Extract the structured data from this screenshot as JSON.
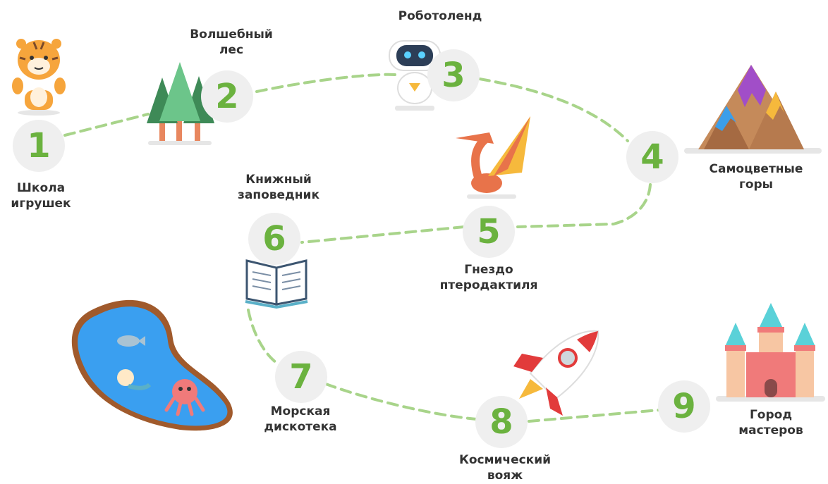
{
  "colors": {
    "path": "#a8d48a",
    "number": "#6bb23f",
    "circle": "#efefef",
    "label": "#333333"
  },
  "stations": [
    {
      "number": "1",
      "label_lines": [
        "Школа",
        "игрушек"
      ],
      "icon": "tiger-toy-icon"
    },
    {
      "number": "2",
      "label_lines": [
        "Волшебный",
        "лес"
      ],
      "icon": "forest-trees-icon"
    },
    {
      "number": "3",
      "label_lines": [
        "Роботоленд"
      ],
      "icon": "robot-icon"
    },
    {
      "number": "4",
      "label_lines": [
        "Самоцветные",
        "горы"
      ],
      "icon": "mountains-icon"
    },
    {
      "number": "5",
      "label_lines": [
        "Гнездо",
        "птеродактиля"
      ],
      "icon": "pterodactyl-icon"
    },
    {
      "number": "6",
      "label_lines": [
        "Книжный",
        "заповедник"
      ],
      "icon": "open-book-icon"
    },
    {
      "number": "7",
      "label_lines": [
        "Морская",
        "дискотека"
      ],
      "icon": "sea-pond-icon"
    },
    {
      "number": "8",
      "label_lines": [
        "Космический",
        "вояж"
      ],
      "icon": "rocket-icon"
    },
    {
      "number": "9",
      "label_lines": [
        "Город",
        "мастеров"
      ],
      "icon": "castle-icon"
    }
  ]
}
